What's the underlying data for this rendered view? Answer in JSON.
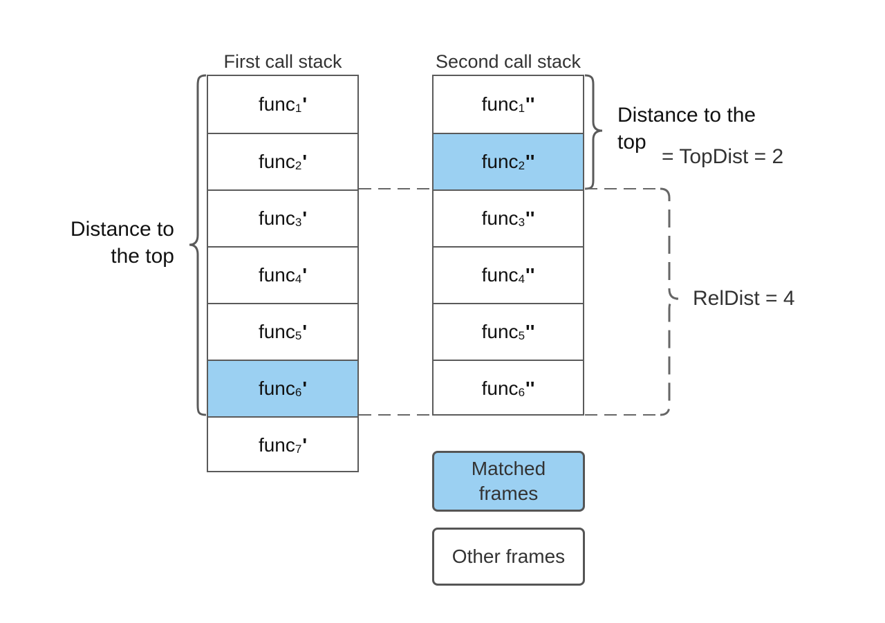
{
  "first_stack": {
    "title": "First call stack",
    "frames": [
      {
        "name": "func",
        "index": "1",
        "mark": "'",
        "matched": false
      },
      {
        "name": "func",
        "index": "2",
        "mark": "'",
        "matched": false
      },
      {
        "name": "func",
        "index": "3",
        "mark": "'",
        "matched": false
      },
      {
        "name": "func",
        "index": "4",
        "mark": "'",
        "matched": false
      },
      {
        "name": "func",
        "index": "5",
        "mark": "'",
        "matched": false
      },
      {
        "name": "func",
        "index": "6",
        "mark": "'",
        "matched": true
      },
      {
        "name": "func",
        "index": "7",
        "mark": "'",
        "matched": false
      }
    ]
  },
  "second_stack": {
    "title": "Second call stack",
    "frames": [
      {
        "name": "func",
        "index": "1",
        "mark": "''",
        "matched": false
      },
      {
        "name": "func",
        "index": "2",
        "mark": "''",
        "matched": true
      },
      {
        "name": "func",
        "index": "3",
        "mark": "''",
        "matched": false
      },
      {
        "name": "func",
        "index": "4",
        "mark": "''",
        "matched": false
      },
      {
        "name": "func",
        "index": "5",
        "mark": "''",
        "matched": false
      },
      {
        "name": "func",
        "index": "6",
        "mark": "''",
        "matched": false
      }
    ]
  },
  "annotations": {
    "left_distance_line1": "Distance to",
    "left_distance_line2": "the top",
    "right_distance_line1": "Distance to the",
    "right_distance_line2": "top",
    "topdist": "=  TopDist = 2",
    "reldist": "RelDist = 4"
  },
  "legend": {
    "matched_line1": "Matched",
    "matched_line2": "frames",
    "other": "Other frames"
  },
  "colors": {
    "matched_fill": "#9bd0f2",
    "border": "#5a5a5a"
  }
}
